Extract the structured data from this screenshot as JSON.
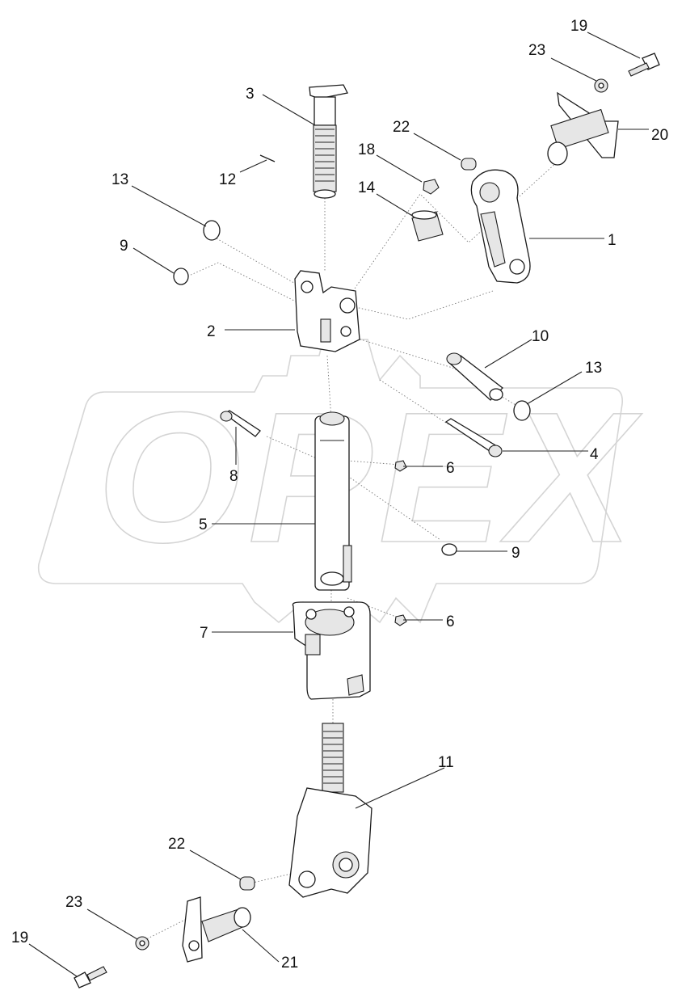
{
  "watermark": {
    "text": "OPEX"
  },
  "corner_mark": "",
  "labels": {
    "l1": "1",
    "l2": "2",
    "l3": "3",
    "l4": "4",
    "l5": "5",
    "l6a": "6",
    "l6b": "6",
    "l7": "7",
    "l8": "8",
    "l9a": "9",
    "l9b": "9",
    "l10": "10",
    "l11": "11",
    "l12": "12",
    "l13a": "13",
    "l13b": "13",
    "l14": "14",
    "l18": "18",
    "l19a": "19",
    "l19b": "19",
    "l20": "20",
    "l21": "21",
    "l22a": "22",
    "l22b": "22",
    "l23a": "23",
    "l23b": "23"
  }
}
